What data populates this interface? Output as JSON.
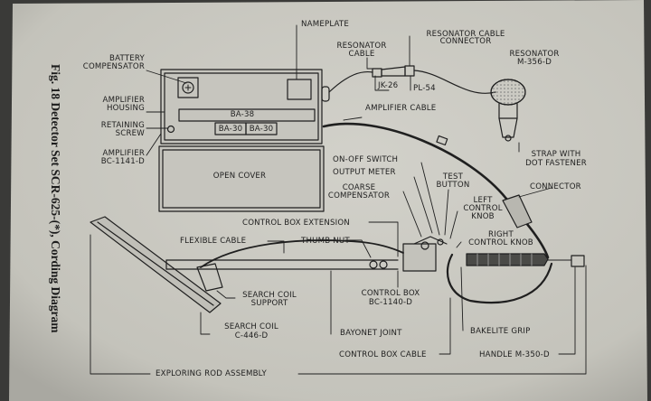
{
  "figure_caption": "Fig. 18 Detector Set SCR-625-(*), Cording Diagram",
  "labels": {
    "nameplate": "NAMEPLATE",
    "resonator_cable_connector_1": "RESONATOR CABLE",
    "resonator_cable_connector_2": "CONNECTOR",
    "resonator_cable_1": "RESONATOR",
    "resonator_cable_2": "CABLE",
    "resonator_1": "RESONATOR",
    "resonator_2": "M-356-D",
    "battery_compensator_1": "BATTERY",
    "battery_compensator_2": "COMPENSATOR",
    "jk26": "JK-26",
    "pl54": "PL-54",
    "amplifier_housing_1": "AMPLIFIER",
    "amplifier_housing_2": "HOUSING",
    "amplifier_cable": "AMPLIFIER CABLE",
    "retaining_screw_1": "RETAINING",
    "retaining_screw_2": "SCREW",
    "ba38": "BA-38",
    "ba30a": "BA-30",
    "ba30b": "BA-30",
    "amplifier_1": "AMPLIFIER",
    "amplifier_2": "BC-1141-D",
    "strap_1": "STRAP WITH",
    "strap_2": "DOT FASTENER",
    "open_cover": "OPEN COVER",
    "on_off_switch": "ON-OFF SWITCH",
    "output_meter": "OUTPUT METER",
    "test_button_1": "TEST",
    "test_button_2": "BUTTON",
    "coarse_compensator_1": "COARSE",
    "coarse_compensator_2": "COMPENSATOR",
    "connector": "CONNECTOR",
    "left_control_knob_1": "LEFT",
    "left_control_knob_2": "CONTROL",
    "left_control_knob_3": "KNOB",
    "control_box_extension": "CONTROL BOX EXTENSION",
    "right_control_knob_1": "RIGHT",
    "right_control_knob_2": "CONTROL KNOB",
    "flexible_cable": "FLEXIBLE CABLE",
    "thumb_nut": "THUMB NUT",
    "search_coil_support_1": "SEARCH COIL",
    "search_coil_support_2": "SUPPORT",
    "control_box_1": "CONTROL BOX",
    "control_box_2": "BC-1140-D",
    "search_coil_1": "SEARCH COIL",
    "search_coil_2": "C-446-D",
    "bayonet_joint": "BAYONET JOINT",
    "bakelite_grip": "BAKELITE GRIP",
    "control_box_cable": "CONTROL BOX CABLE",
    "handle": "HANDLE M-350-D",
    "exploring_rod_assembly": "EXPLORING ROD ASSEMBLY"
  },
  "colors": {
    "paper": "#c9c8c1",
    "ink": "#1f1f1f"
  }
}
